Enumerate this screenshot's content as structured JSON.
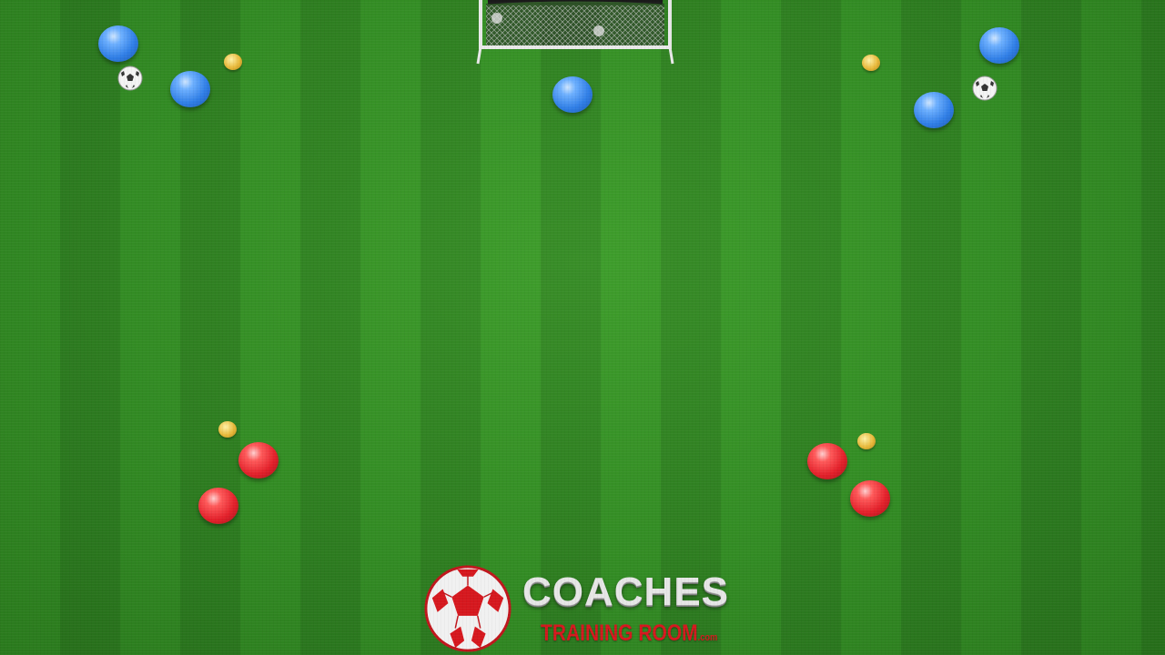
{
  "scene": {
    "colors": {
      "grass": "#338c24",
      "blue_cone": "#2f7ee6",
      "red_cone": "#e3202a",
      "yellow_disc": "#e8b93a",
      "logo_red": "#d6181e",
      "logo_silver": "#e6e6e6"
    },
    "objects": [
      "goal-icon",
      "cone-icon",
      "disc-marker-icon",
      "soccer-ball-icon"
    ]
  },
  "logo": {
    "title": "COACHES",
    "subtitle": "TRAINING ROOM",
    "subtitle_tld": ".com",
    "icon": "soccer-ball-icon"
  }
}
